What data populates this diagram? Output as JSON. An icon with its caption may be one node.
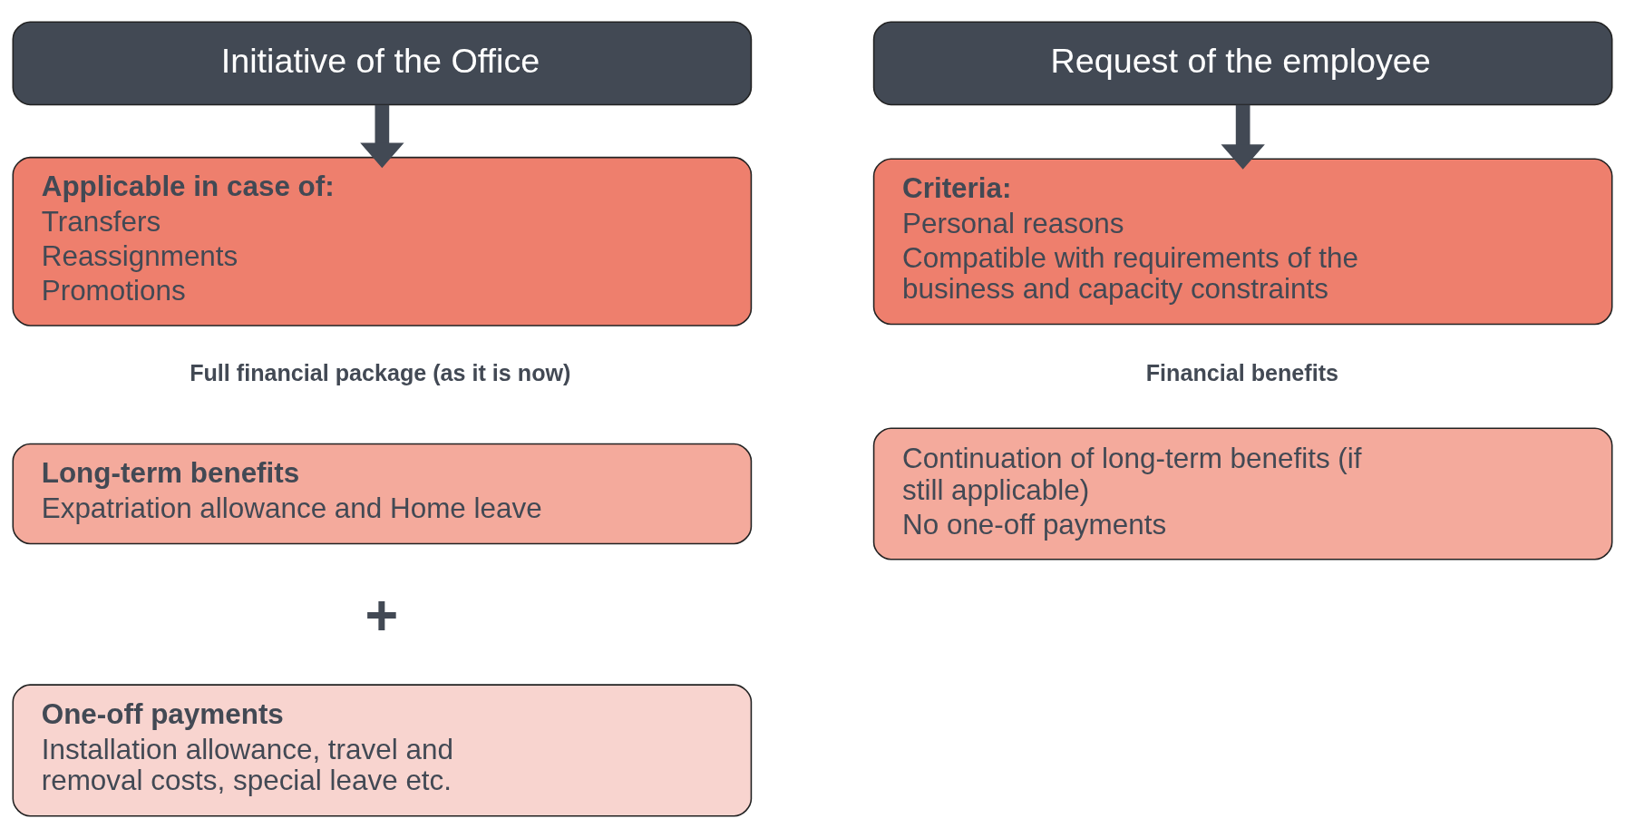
{
  "diagram": {
    "nodes": [
      {
        "text": [
          "Initiative of the Office"
        ]
      },
      {
        "text": [
          "Applicable in case of:",
          "Transfers",
          "Reassignments",
          "Promotions"
        ]
      },
      {
        "text": [
          "Long-term benefits",
          "Expatriation allowance and Home leave"
        ]
      },
      {
        "text": [
          "One-off payments",
          "Installation allowance, travel and removal costs, special leave etc."
        ]
      },
      {
        "text": [
          "Request of the employee"
        ]
      },
      {
        "text": [
          "Criteria:",
          "Personal reasons",
          "Compatible with requirements of the business and capacity constraints"
        ]
      },
      {
        "text": [
          "Continuation of long-term benefits (if still applicable)",
          "No one-off payments"
        ]
      }
    ],
    "edges": [
      {
        "from": 0,
        "to": 1,
        "arrow": "to"
      },
      {
        "from": 4,
        "to": 5,
        "arrow": "to"
      }
    ],
    "labels": [
      "Full financial package (as it is now)",
      "Financial benefits",
      "+"
    ]
  }
}
